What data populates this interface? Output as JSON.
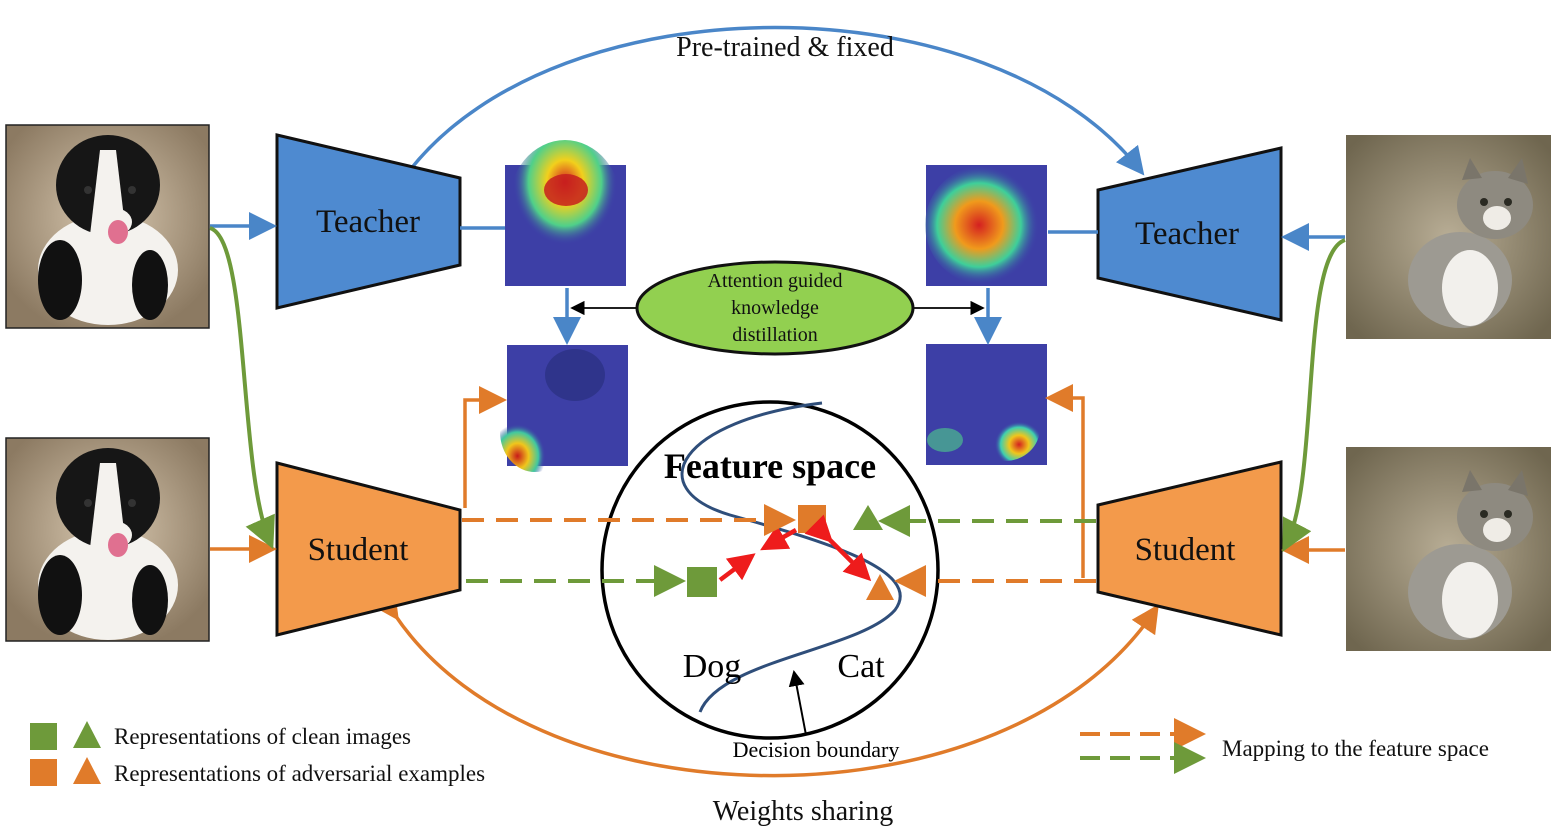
{
  "labels": {
    "top_arc": "Pre-trained & fixed",
    "bottom_arc": "Weights sharing",
    "teacher_left": "Teacher",
    "teacher_right": "Teacher",
    "student_left": "Student",
    "student_right": "Student",
    "distillation": [
      "Attention guided",
      "knowledge",
      "distillation"
    ],
    "feature_space": "Feature space",
    "class_left": "Dog",
    "class_right": "Cat",
    "decision_boundary": "Decision boundary"
  },
  "legend": {
    "clean": "Representations of clean images",
    "adversarial": "Representations of adversarial examples",
    "mapping": "Mapping to the feature space"
  },
  "colors": {
    "blue": "#4a86c8",
    "blue_fill": "#4e8ad0",
    "orange": "#e07b2a",
    "orange_fill": "#f39a4b",
    "green": "#6e9a3a",
    "green_fill": "#9ccf45",
    "red": "#ee1c1c",
    "boundary": "#2f4e7a"
  },
  "images": {
    "dog": "dog photo",
    "cat": "cat photo",
    "heatmap": "attention heatmap"
  }
}
